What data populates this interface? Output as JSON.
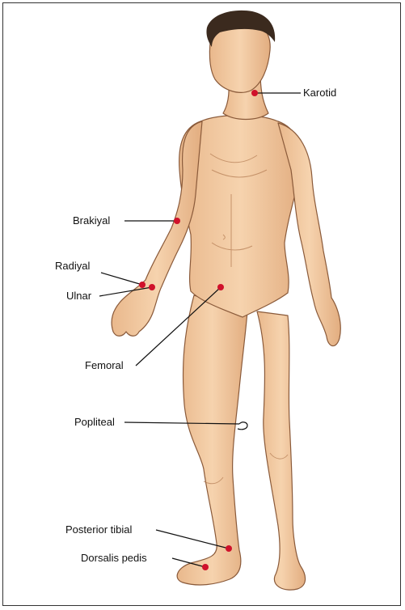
{
  "colors": {
    "skin": "#f2c9a0",
    "skin_shadow": "#d9a37a",
    "skin_outline": "#8a5a3a",
    "hair": "#3b2a1e",
    "pulse_point": "#d0112b",
    "leader_line": "#111111"
  },
  "labels": {
    "karotid": "Karotid",
    "brakiyal": "Brakiyal",
    "radiyal": "Radiyal",
    "ulnar": "Ulnar",
    "femoral": "Femoral",
    "popliteal": "Popliteal",
    "posterior_tibial": "Posterior tibial",
    "dorsalis_pedis": "Dorsalis pedis"
  }
}
